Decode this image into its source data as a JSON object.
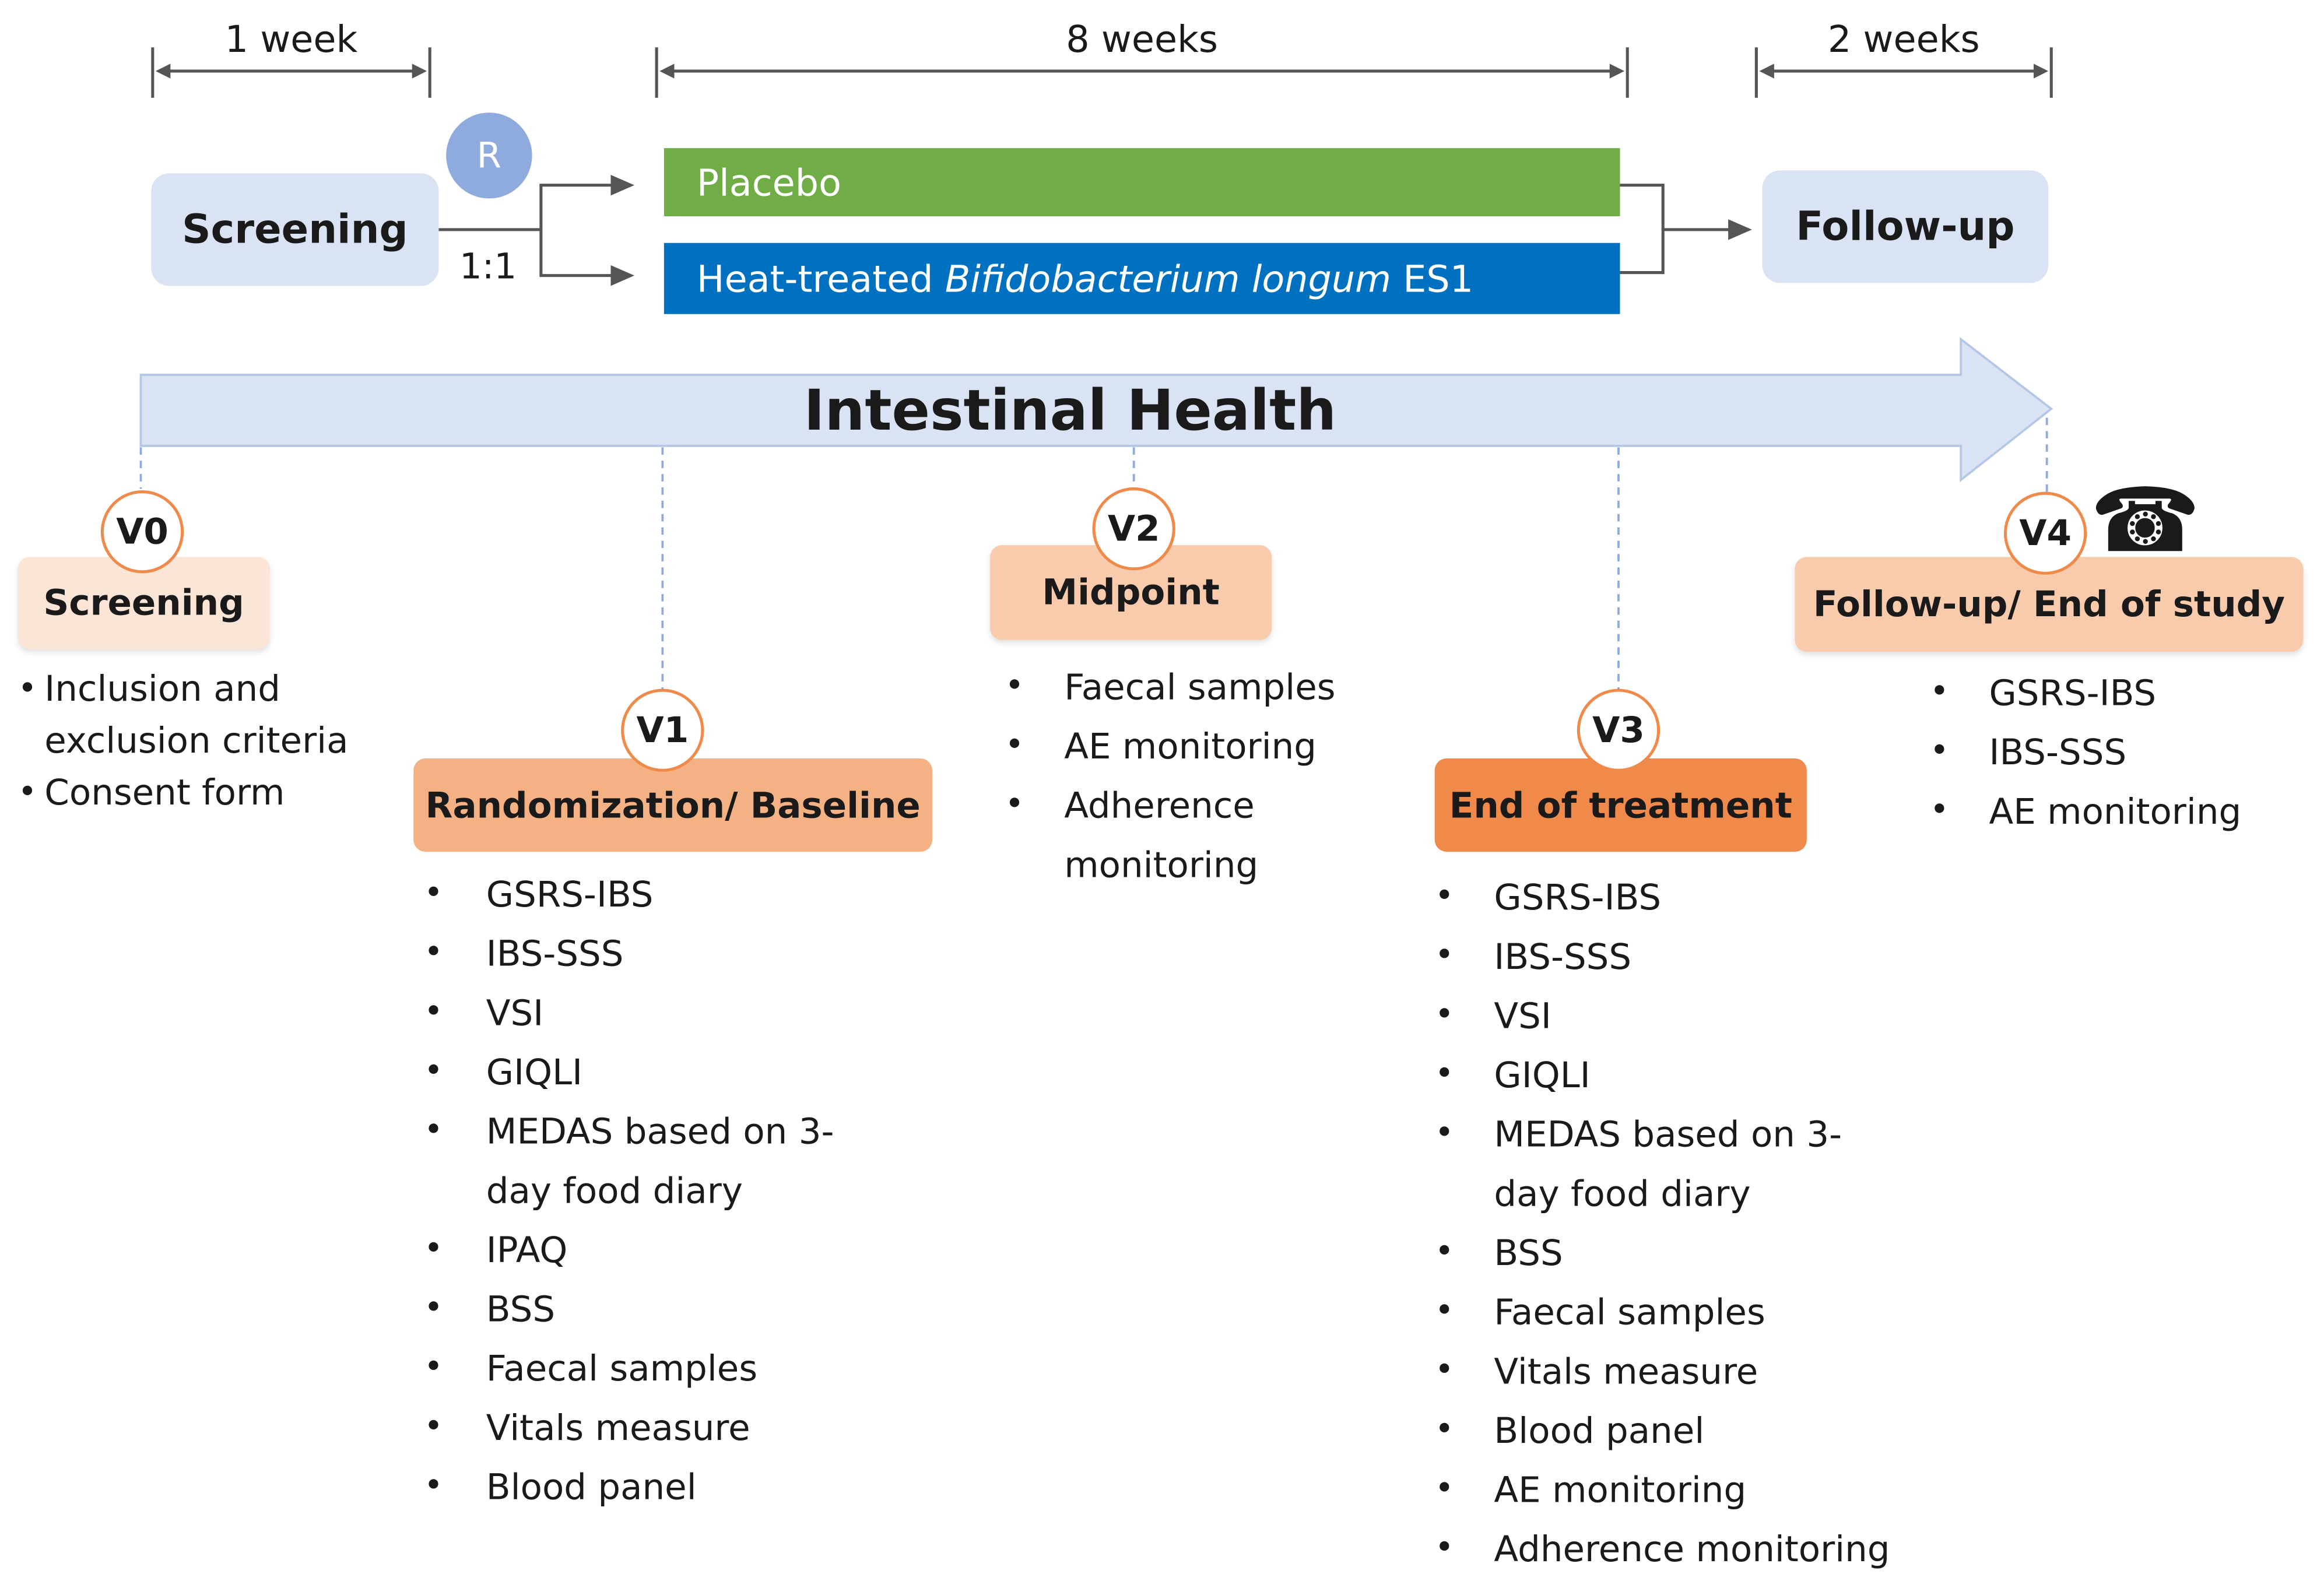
{
  "periods": {
    "screening": "1 week",
    "treatment": "8 weeks",
    "followup": "2 weeks"
  },
  "phases": {
    "screening": "Screening",
    "followup": "Follow-up"
  },
  "randomization": {
    "symbol": "R",
    "ratio": "1:1"
  },
  "arms": {
    "placebo": "Placebo",
    "active_prefix": "Heat-treated ",
    "active_organism": "Bifidobacterium longum",
    "active_suffix": " ES1"
  },
  "timeline_label": "Intestinal Health",
  "visits": {
    "v0": {
      "code": "V0",
      "title": "Screening",
      "items": [
        "Inclusion and exclusion criteria",
        "Consent form"
      ]
    },
    "v1": {
      "code": "V1",
      "title": "Randomization/ Baseline",
      "items": [
        "GSRS-IBS",
        "IBS-SSS",
        "VSI",
        "GIQLI",
        "MEDAS based on 3-day food diary",
        "IPAQ",
        "BSS",
        "Faecal samples",
        "Vitals measure",
        "Blood panel"
      ]
    },
    "v2": {
      "code": "V2",
      "title": "Midpoint",
      "items": [
        "Faecal samples",
        "AE monitoring",
        "Adherence monitoring"
      ]
    },
    "v3": {
      "code": "V3",
      "title": "End of treatment",
      "items": [
        "GSRS-IBS",
        "IBS-SSS",
        "VSI",
        "GIQLI",
        "MEDAS based on 3-day food diary",
        "BSS",
        "Faecal samples",
        "Vitals measure",
        "Blood panel",
        "AE monitoring",
        "Adherence monitoring"
      ]
    },
    "v4": {
      "code": "V4",
      "title": "Follow-up/ End of study",
      "items": [
        "GSRS-IBS",
        "IBS-SSS",
        "AE monitoring"
      ],
      "icon": "telephone-icon"
    }
  },
  "colors": {
    "phase_box": "#dae3f3",
    "randomization": "#8faadc",
    "placebo": "#70ad47",
    "active": "#0070c0",
    "timeline_arrow": "#dae3f3",
    "visit_accent": "#f08a4b"
  }
}
